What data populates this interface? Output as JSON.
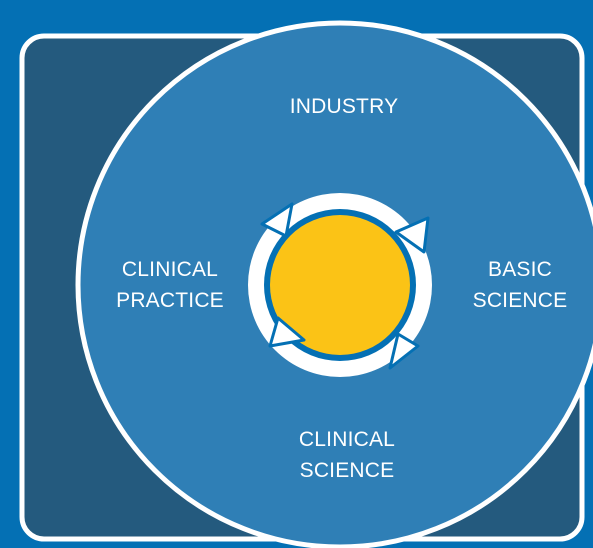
{
  "colors": {
    "background": "#0470b4",
    "panel": "#245a7e",
    "circle": "#2f7fb6",
    "ring": "#ffffff",
    "inner_circle": "#0470b4",
    "core": "#fbc316",
    "text": "#ffffff"
  },
  "labels": {
    "top": "INDUSTRY",
    "right_line1": "BASIC",
    "right_line2": "SCIENCE",
    "bottom_line1": "CLINICAL",
    "bottom_line2": "SCIENCE",
    "left_line1": "CLINICAL",
    "left_line2": "PRACTICE"
  },
  "icons": {
    "cycle": "circular-arrows-icon"
  }
}
